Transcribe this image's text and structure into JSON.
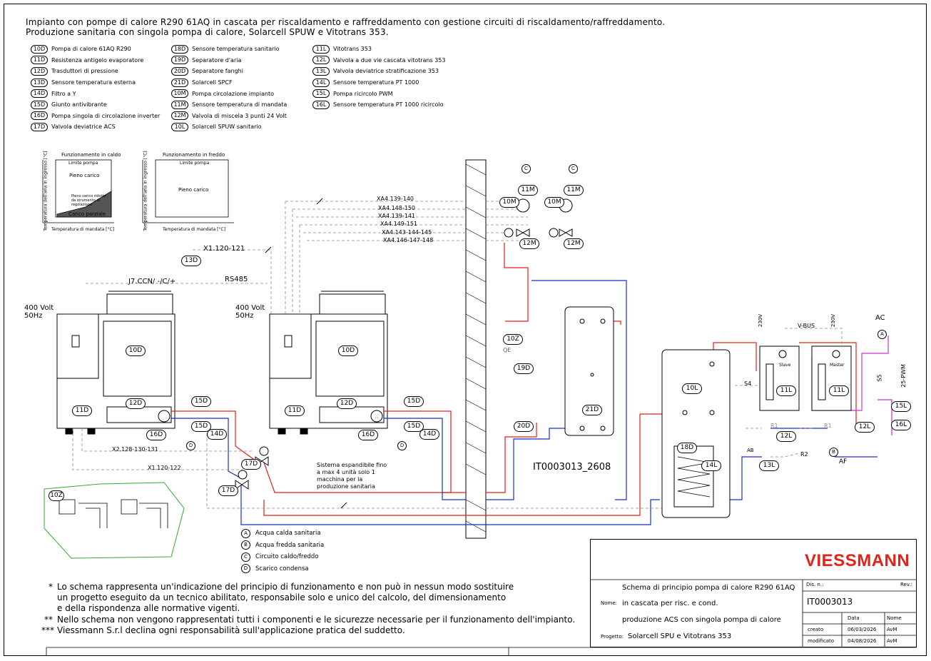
{
  "title": {
    "line1": "Impianto con pompe di calore R290 61AQ in cascata per riscaldamento e raffreddamento con gestione circuiti di riscaldamento/raffreddamento.",
    "line2": "Produzione sanitaria con singola pompa di calore, Solarcell SPUW e Vitotrans 353."
  },
  "legend_col1": [
    {
      "code": "10D",
      "label": "Pompa di calore 61AQ R290"
    },
    {
      "code": "11D",
      "label": "Resistenza antigelo evaporatore"
    },
    {
      "code": "12D",
      "label": "Trasduttori di pressione"
    },
    {
      "code": "13D",
      "label": "Sensore temperatura esterna"
    },
    {
      "code": "14D",
      "label": "Filtro a Y"
    },
    {
      "code": "15D",
      "label": "Giunto antivibrante"
    },
    {
      "code": "16D",
      "label": "Pompa singola di circolazione inverter"
    },
    {
      "code": "17D",
      "label": "Valvola deviatrice ACS"
    }
  ],
  "legend_col2": [
    {
      "code": "18D",
      "label": "Sensore temperatura sanitario"
    },
    {
      "code": "19D",
      "label": "Separatore d'aria"
    },
    {
      "code": "20D",
      "label": "Separatore fanghi"
    },
    {
      "code": "21D",
      "label": "Solarcell SPCF"
    },
    {
      "code": "10M",
      "label": "Pompa circolazione impianto"
    },
    {
      "code": "11M",
      "label": "Sensore temperatura di mandata"
    },
    {
      "code": "12M",
      "label": "Valvola di miscela 3 punti 24 Volt"
    },
    {
      "code": "10L",
      "label": "Solarcell SPUW sanitario"
    }
  ],
  "legend_col3": [
    {
      "code": "11L",
      "label": "Vitotrans 353"
    },
    {
      "code": "12L",
      "label": "Valvola a due vie cascata vitotrans 353"
    },
    {
      "code": "13L",
      "label": "Valvola deviatrice stratificazione 353"
    },
    {
      "code": "14L",
      "label": "Sensore temperatura PT 1000"
    },
    {
      "code": "15L",
      "label": "Pompa ricircolo PWM"
    },
    {
      "code": "16L",
      "label": "Sensore temperatura PT 1000 ricircolo"
    }
  ],
  "graphs": {
    "heating": {
      "title": "Funzionamento in caldo",
      "top": "Limite pompa",
      "zone1": "Pieno carico",
      "zone2": "Pieno carico ridotto da strumento di regolazione",
      "zone3": "Carico parziale",
      "ylabel": "Temperatura dell'aria in ingresso [°C]",
      "xlabel": "Temperatura di mandata [°C]"
    },
    "cooling": {
      "title": "Funzionamento in freddo",
      "top": "Limite pompa",
      "zone1": "Pieno carico",
      "ylabel": "Temperatura dell'aria in ingresso [°C]",
      "xlabel": "Temperatura di mandata [°C]"
    }
  },
  "wiring": {
    "bus1": "XA4.139-140",
    "bus2": "XA4.148-150",
    "bus3": "XA4.139-141",
    "bus4": "XA4.149-151",
    "bus5": "XA4.143-144-145",
    "bus6": "XA4.146-147-148",
    "sensor": "X1.120-121",
    "ccn": "J7.CCN/ -/C/+",
    "rs485": "RS485",
    "x2": "X2.128-130-131",
    "x1": "X1.120-122",
    "v_bus": "V-BUS",
    "s4": "S4",
    "s5": "S5",
    "r1a": "R1",
    "r1b": "R1",
    "r2": "R2",
    "pwm": "25-PWM"
  },
  "power": {
    "v400": "400 Volt",
    "hz": "50Hz",
    "v230": "230V",
    "ac": "AC"
  },
  "tags": {
    "t10D": "10D",
    "t11D": "11D",
    "t12D": "12D",
    "t14D": "14D",
    "t15D": "15D",
    "t16D": "16D",
    "t17D": "17D",
    "t18D": "18D",
    "t19D": "19D",
    "t20D": "20D",
    "t21D": "21D",
    "t10M": "10M",
    "t11M": "11M",
    "t12M": "12M",
    "t10L": "10L",
    "t11L": "11L",
    "t12L": "12L",
    "t13L": "13L",
    "t14L": "14L",
    "t15L": "15L",
    "t16L": "16L",
    "t10Z": "10Z",
    "qe": "QE",
    "t13D": "13D"
  },
  "letters": {
    "a": "A",
    "b": "B",
    "c": "C",
    "d": "D",
    "ab": "AB",
    "af": "AF"
  },
  "labels": {
    "slave": "Slave",
    "master": "Master",
    "note_expand": "Sistema espandibile fino a max 4 unità solo 1 macchina per la produzione sanitaria",
    "code": "IT0003013_2608"
  },
  "pipe_legend": [
    {
      "k": "A",
      "label": "Acqua calda sanitaria"
    },
    {
      "k": "B",
      "label": "Acqua fredda sanitaria"
    },
    {
      "k": "C",
      "label": "Circuito caldo/freddo"
    },
    {
      "k": "D",
      "label": "Scarico condensa"
    }
  ],
  "notes": [
    {
      "mark": "*",
      "text": "Lo schema rappresenta un'indicazione del principio di funzionamento e non può in nessun modo sostituire"
    },
    {
      "mark": "",
      "text": "un progetto eseguito da un tecnico abilitato, responsabile solo e unico del calcolo, del dimensionamento"
    },
    {
      "mark": "",
      "text": "e della rispondenza alle normative vigenti."
    },
    {
      "mark": "**",
      "text": "Nello schema non vengono rappresentati tutti i componenti e le sicurezze necessarie per il funzionamento dell'impianto."
    },
    {
      "mark": "***",
      "text": "Viessmann S.r.l declina ogni responsabilità sull'applicazione pratica del suddetto."
    }
  ],
  "title_block": {
    "brand": "VIESSMANN",
    "desc1": "Schema di principio pompa di calore R290 61AQ",
    "desc2": "in cascata per risc. e cond.",
    "desc3": "produzione ACS con singola pompa di calore",
    "project": "Solarcell SPU e Vitotrans 353",
    "nome_lbl": "Nome:",
    "progetto_lbl": "Progetto:",
    "dis_lbl": "Dis. n.:",
    "rev_lbl": "Rev.:",
    "dis_no": "IT0003013",
    "data_lbl": "Data",
    "name_lbl": "Nome",
    "creato_lbl": "creato",
    "creato_date": "06/03/2026",
    "creato_by": "AvM",
    "mod_lbl": "modificato",
    "mod_date": "04/08/2026",
    "mod_by": "AvM"
  },
  "colors": {
    "hot": "#e0201c",
    "cold": "#1a2fc8",
    "acs": "#cc33cc",
    "grey": "#888888",
    "green": "#33aa33",
    "brand": "#e2231a"
  }
}
